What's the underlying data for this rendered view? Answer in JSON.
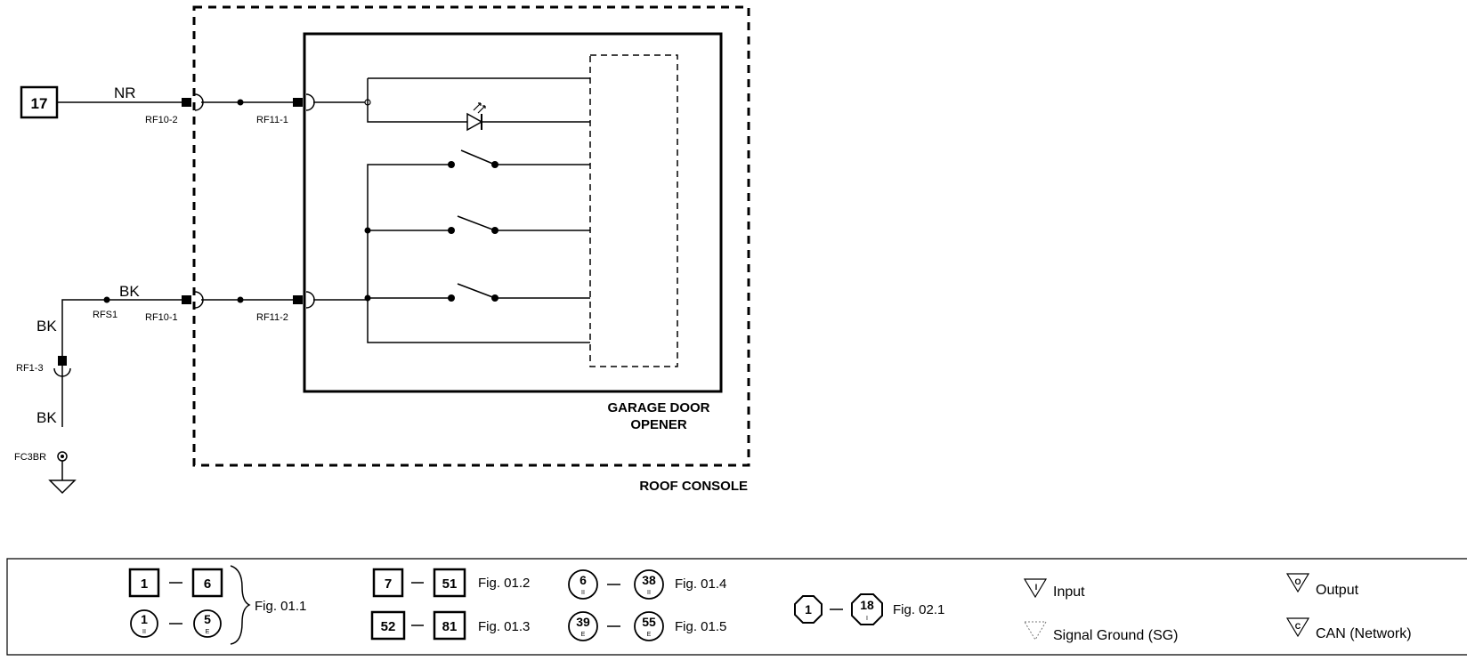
{
  "diagram": {
    "terminal_17": "17",
    "wire_top": "NR",
    "wire_bottom": "BK",
    "wire_vertical_upper": "BK",
    "wire_vertical_lower": "BK",
    "conn_rf10_2": "RF10-2",
    "conn_rf11_1": "RF11-1",
    "conn_rf10_1": "RF10-1",
    "conn_rf11_2": "RF11-2",
    "splice_rfs1": "RFS1",
    "conn_rf1_3": "RF1-3",
    "ground_fc3br": "FC3BR",
    "garage_door_line1": "GARAGE DOOR",
    "garage_door_line2": "OPENER",
    "roof_console": "ROOF CONSOLE"
  },
  "legend": {
    "row1_left_a": "1",
    "row1_left_b": "6",
    "row2_left_a_top": "1",
    "row2_left_a_bottom": "II",
    "row2_left_b_top": "5",
    "row2_left_b_bottom": "E",
    "fig_01_1": "Fig. 01.1",
    "box7": "7",
    "box51": "51",
    "fig_01_2": "Fig. 01.2",
    "box52": "52",
    "box81": "81",
    "fig_01_3": "Fig. 01.3",
    "c6_top": "6",
    "c6_bottom": "II",
    "c38_top": "38",
    "c38_bottom": "II",
    "fig_01_4": "Fig. 01.4",
    "c39_top": "39",
    "c39_bottom": "E",
    "c55_top": "55",
    "c55_bottom": "E",
    "fig_01_5": "Fig. 01.5",
    "oct1": "1",
    "oct18_top": "18",
    "oct18_bottom": "I",
    "fig_02_1": "Fig. 02.1",
    "tri_input_letter": "I",
    "input": "Input",
    "signal_ground": "Signal Ground (SG)",
    "tri_output_letter": "O",
    "output": "Output",
    "tri_can_letter": "C",
    "can": "CAN (Network)"
  }
}
